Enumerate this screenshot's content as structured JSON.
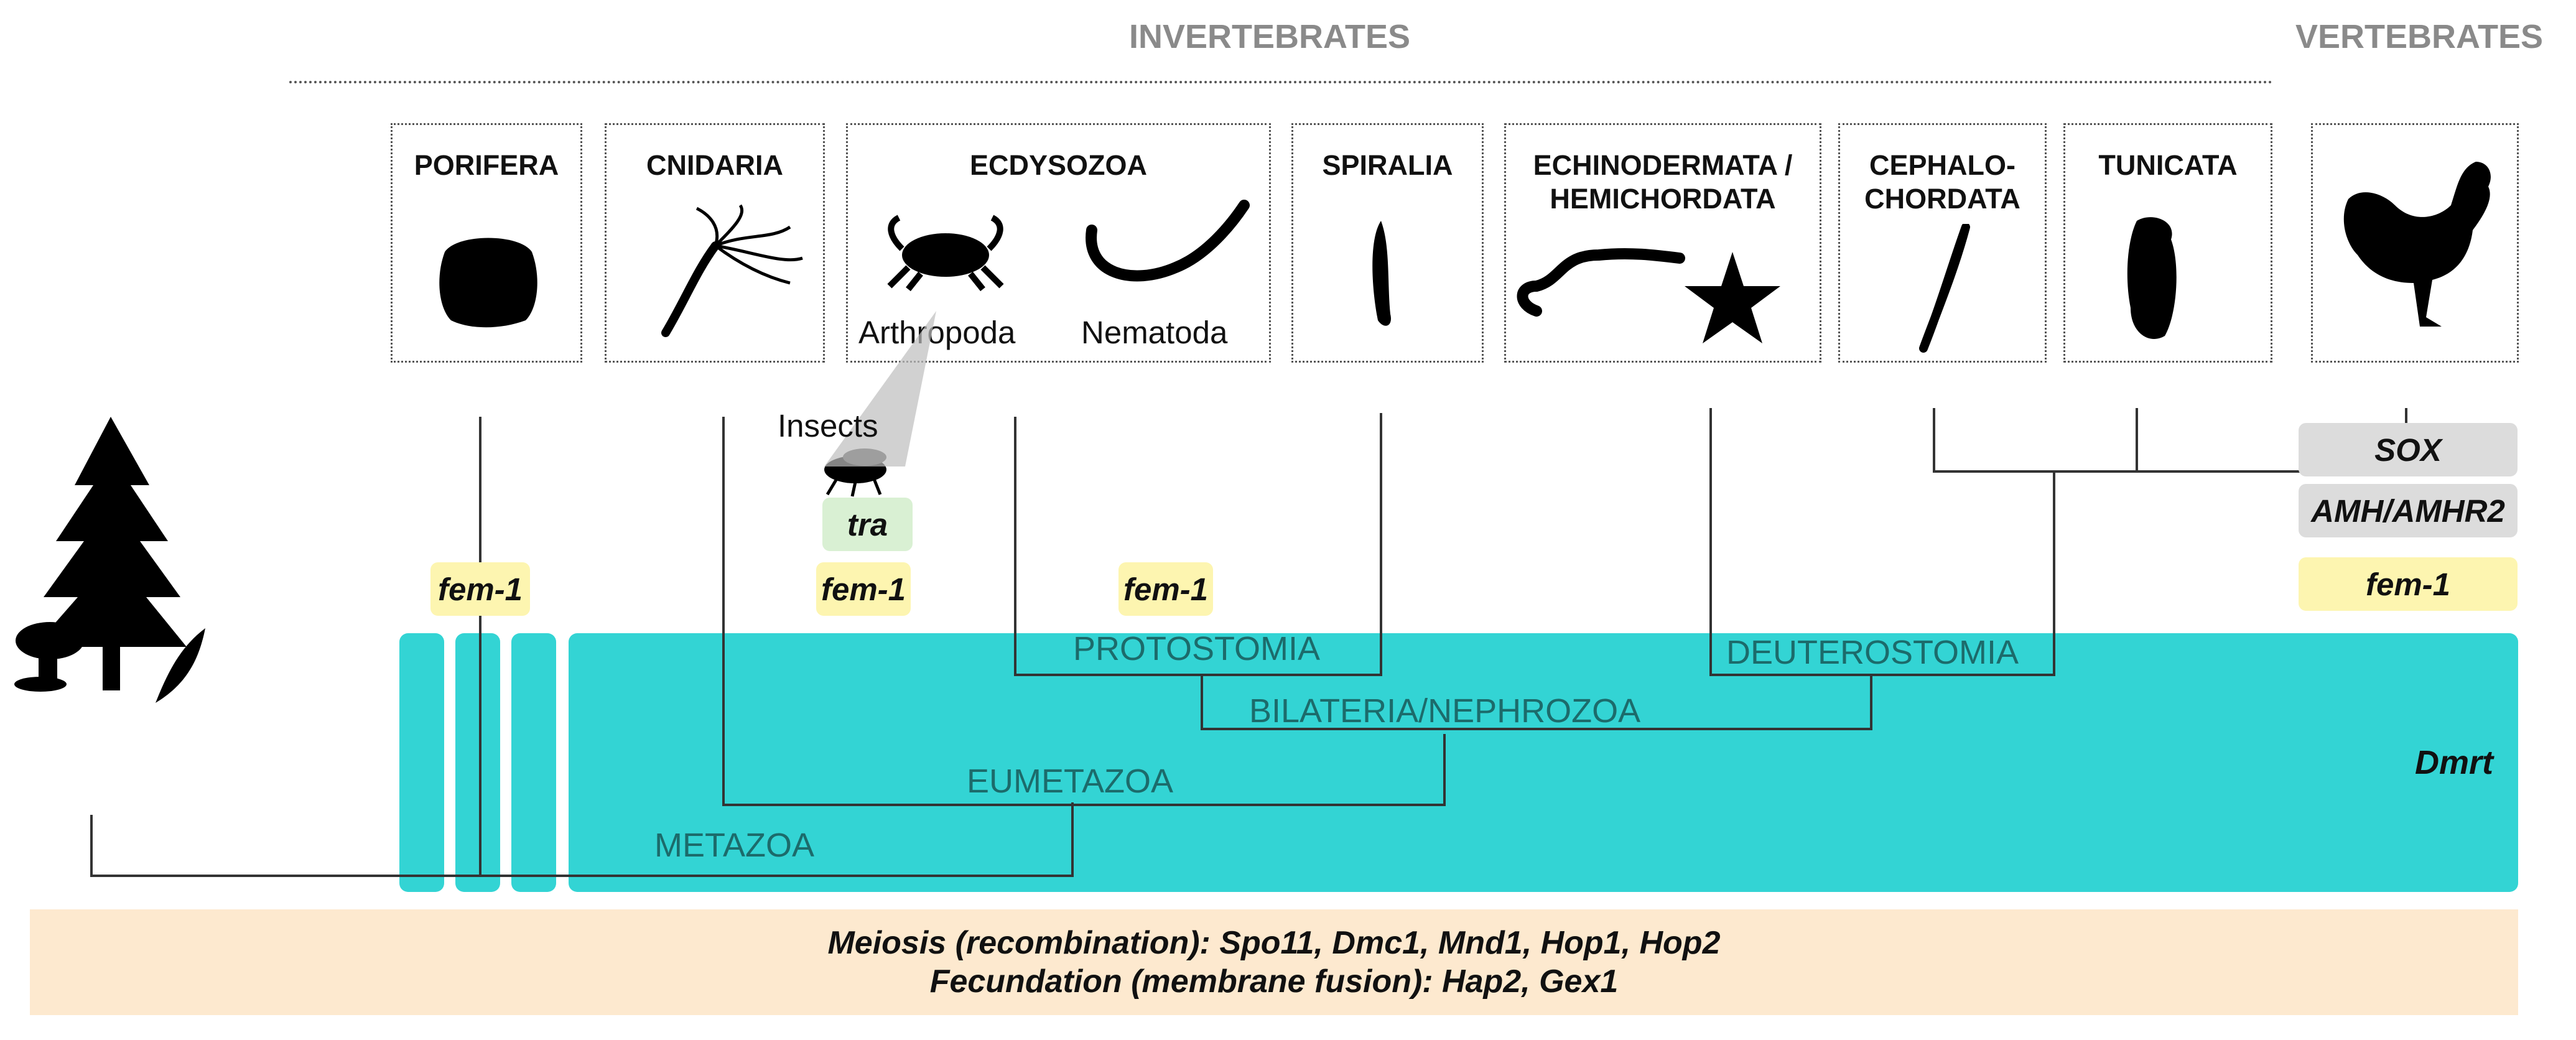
{
  "headers": {
    "invertebrates": "INVERTEBRATES",
    "vertebrates": "VERTEBRATES"
  },
  "taxa": {
    "porifera": "PORIFERA",
    "cnidaria": "CNIDARIA",
    "ecdysozoa": "ECDYSOZOA",
    "arthropoda": "Arthropoda",
    "nematoda": "Nematoda",
    "spiralia": "SPIRALIA",
    "echinodermata": "ECHINODERMATA /\nHEMICHORDATA",
    "cephalochordata": "CEPHALO-\nCHORDATA",
    "tunicata": "TUNICATA",
    "insects": "Insects"
  },
  "genes": {
    "fem1": "fem-1",
    "tra": "tra",
    "sox": "SOX",
    "amh": "AMH/AMHR2",
    "dmrt": "Dmrt"
  },
  "clades": {
    "protostomia": "PROTOSTOMIA",
    "deuterostomia": "DEUTEROSTOMIA",
    "bilateria": "BILATERIA/NEPHROZOA",
    "eumetazoa": "EUMETAZOA",
    "metazoa": "METAZOA"
  },
  "bottom": {
    "line1": "Meiosis (recombination): Spo11, Dmc1, Mnd1, Hop1, Hop2",
    "line2": "Fecundation (membrane fusion): Hap2, Gex1"
  },
  "colors": {
    "teal": "#33d4d4",
    "yellow": "#fdf5b0",
    "green": "#d9f0d3",
    "grey": "#dcdcdc",
    "peach": "#fde9cf",
    "header_grey": "#8a8a8a"
  },
  "icons": [
    "tree-icon",
    "mushroom-icon",
    "sponge-icon",
    "hydra-icon",
    "crab-icon",
    "nematode-icon",
    "fly-icon",
    "flatworm-icon",
    "acorn-worm-icon",
    "starfish-icon",
    "lancelet-icon",
    "sea-squirt-icon",
    "rooster-icon"
  ]
}
